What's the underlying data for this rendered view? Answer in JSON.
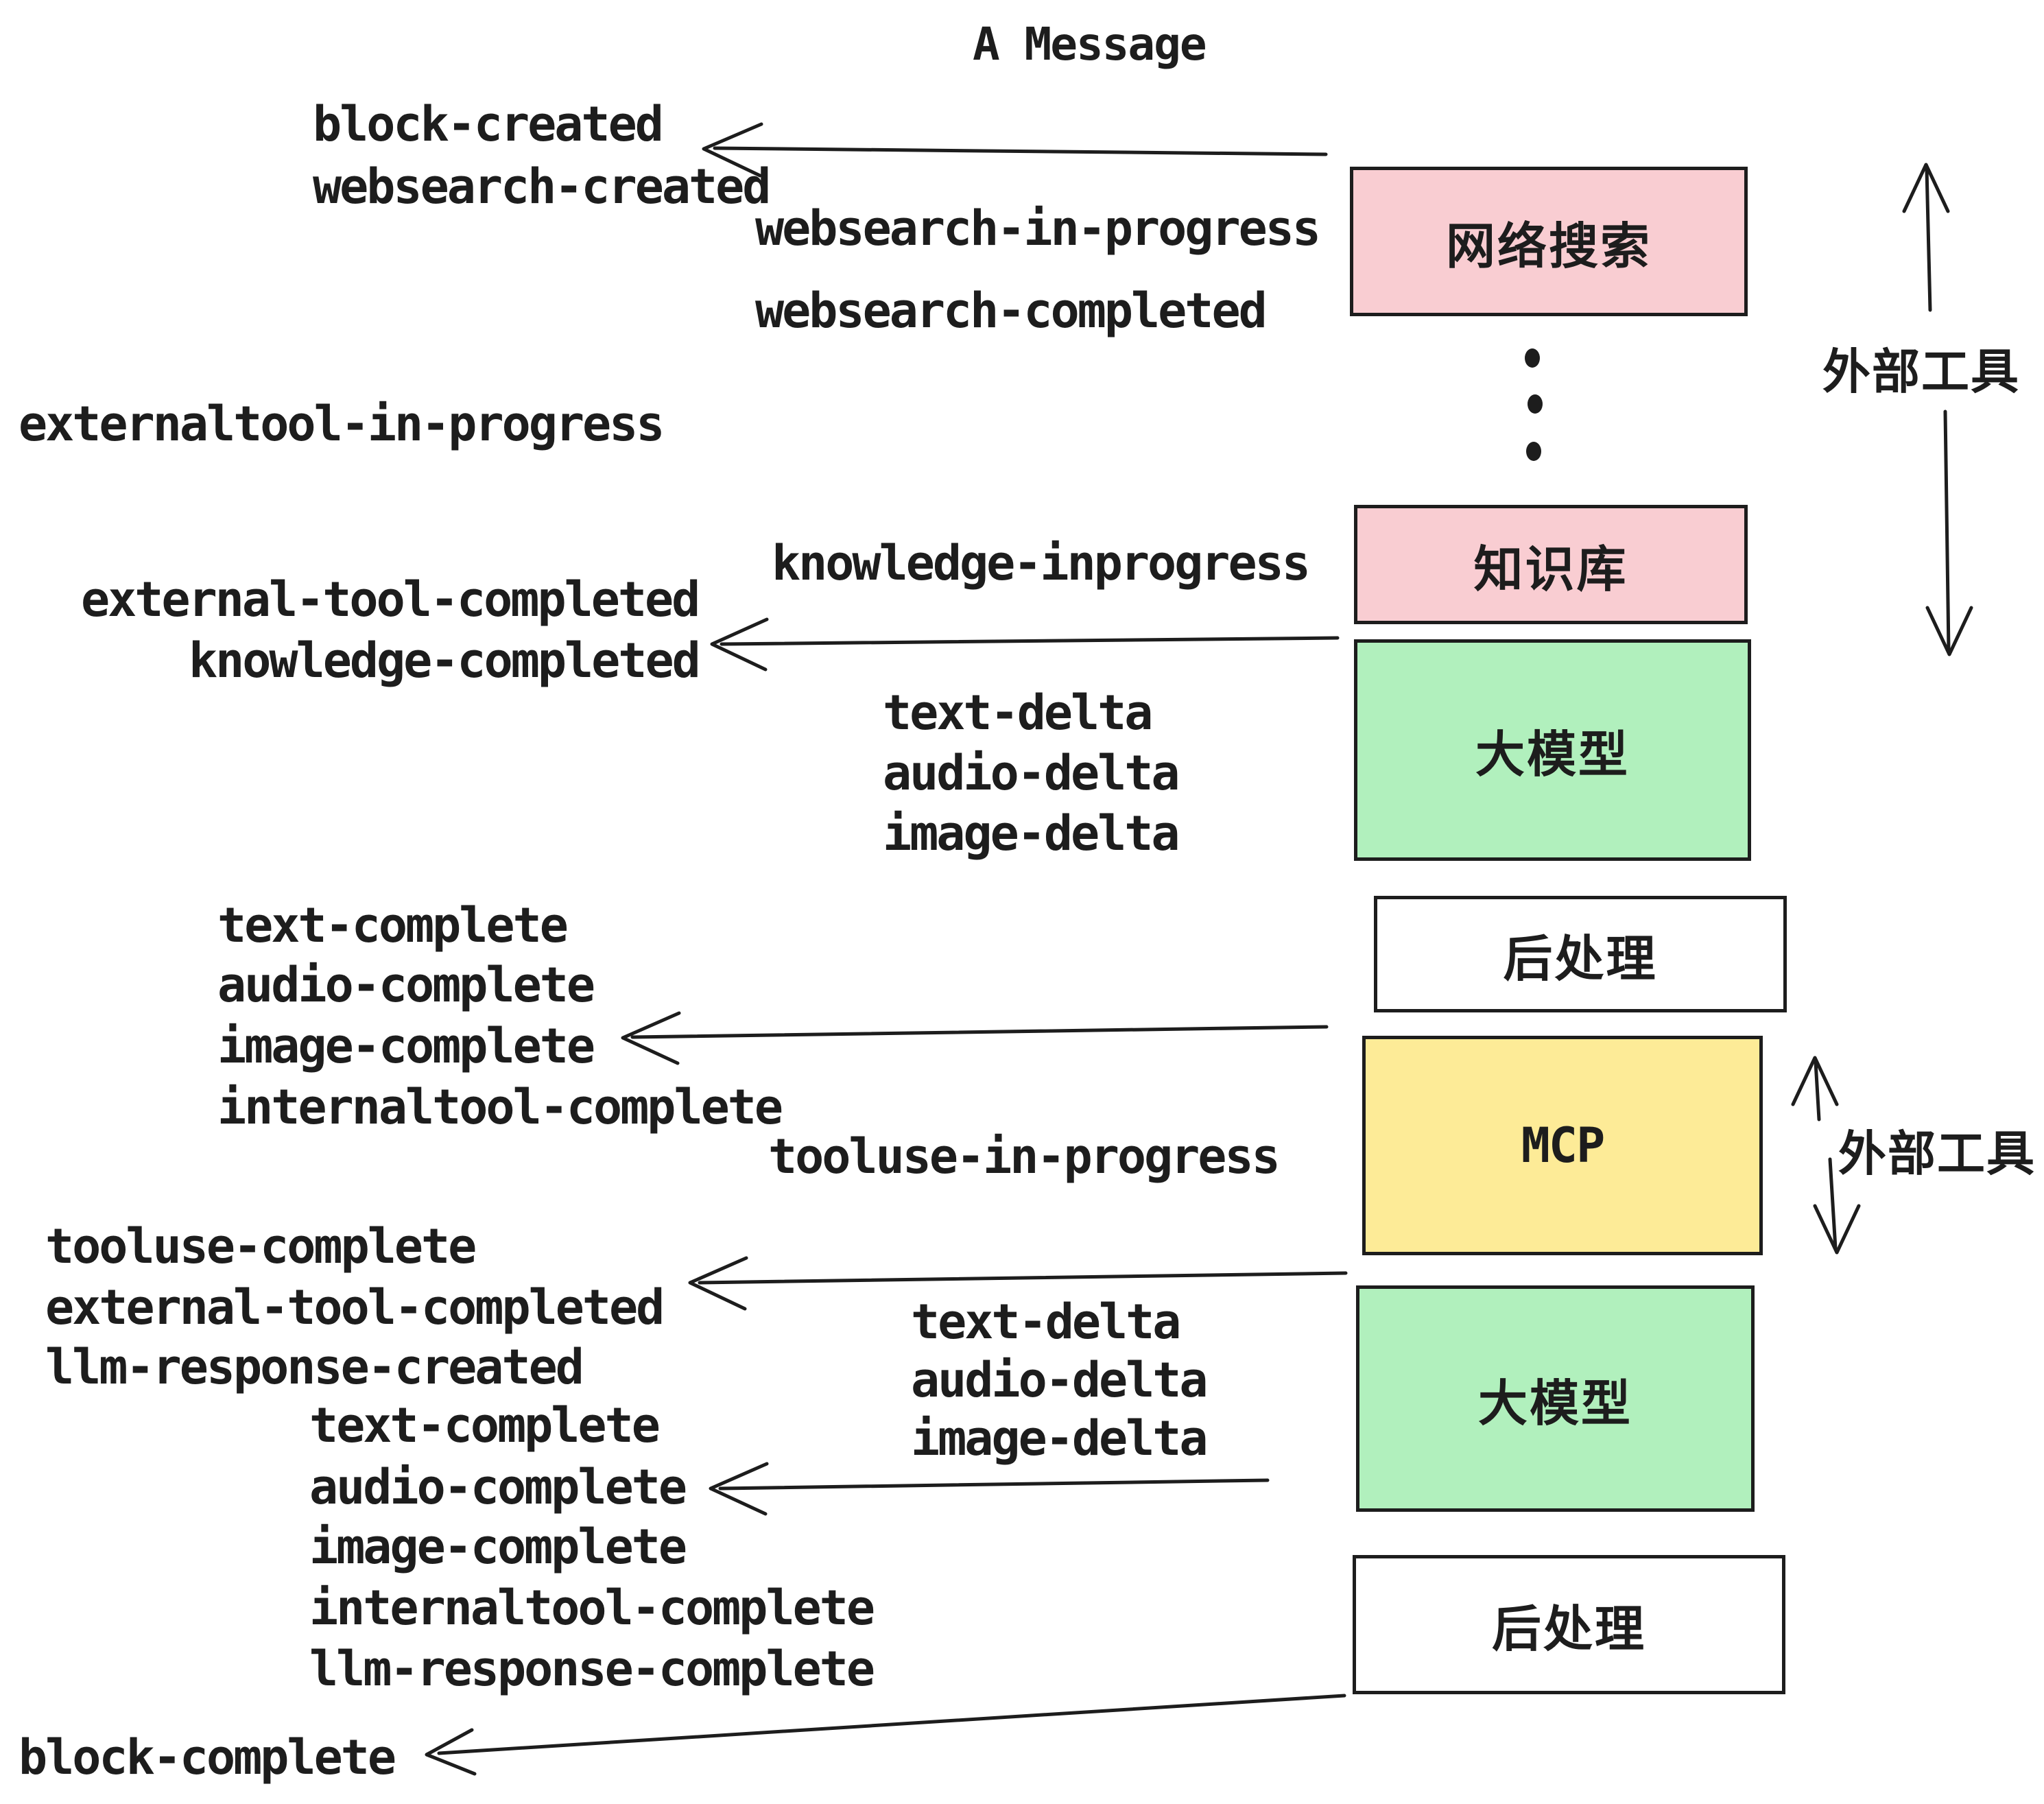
{
  "title": "A Message",
  "colors": {
    "pink": "#f9cdd2",
    "green": "#b1f0bd",
    "yellow": "#fdeb97",
    "white": "#ffffff",
    "ink": "#1d1d1d"
  },
  "boxes": [
    {
      "label": "网络搜索"
    },
    {
      "label": "知识库"
    },
    {
      "label": "大模型"
    },
    {
      "label": "后处理"
    },
    {
      "label": "MCP"
    },
    {
      "label": "大模型"
    },
    {
      "label": "后处理"
    }
  ],
  "side_labels": [
    {
      "text": "外部工具"
    },
    {
      "text": "外部工具"
    }
  ],
  "events": [
    {
      "text": "block-created"
    },
    {
      "text": "websearch-created"
    },
    {
      "text": "websearch-in-progress"
    },
    {
      "text": "websearch-completed"
    },
    {
      "text": "externaltool-in-progress"
    },
    {
      "text": "knowledge-inprogress"
    },
    {
      "text": "external-tool-completed"
    },
    {
      "text": "knowledge-completed"
    },
    {
      "text": "text-delta"
    },
    {
      "text": "audio-delta"
    },
    {
      "text": "image-delta"
    },
    {
      "text": "text-complete"
    },
    {
      "text": "audio-complete"
    },
    {
      "text": "image-complete"
    },
    {
      "text": "internaltool-complete"
    },
    {
      "text": "tooluse-in-progress"
    },
    {
      "text": "tooluse-complete"
    },
    {
      "text": "external-tool-completed"
    },
    {
      "text": "llm-response-created"
    },
    {
      "text": "text-delta"
    },
    {
      "text": "audio-delta"
    },
    {
      "text": "image-delta"
    },
    {
      "text": "text-complete"
    },
    {
      "text": "audio-complete"
    },
    {
      "text": "image-complete"
    },
    {
      "text": "internaltool-complete"
    },
    {
      "text": "llm-response-complete"
    },
    {
      "text": "block-complete"
    }
  ]
}
